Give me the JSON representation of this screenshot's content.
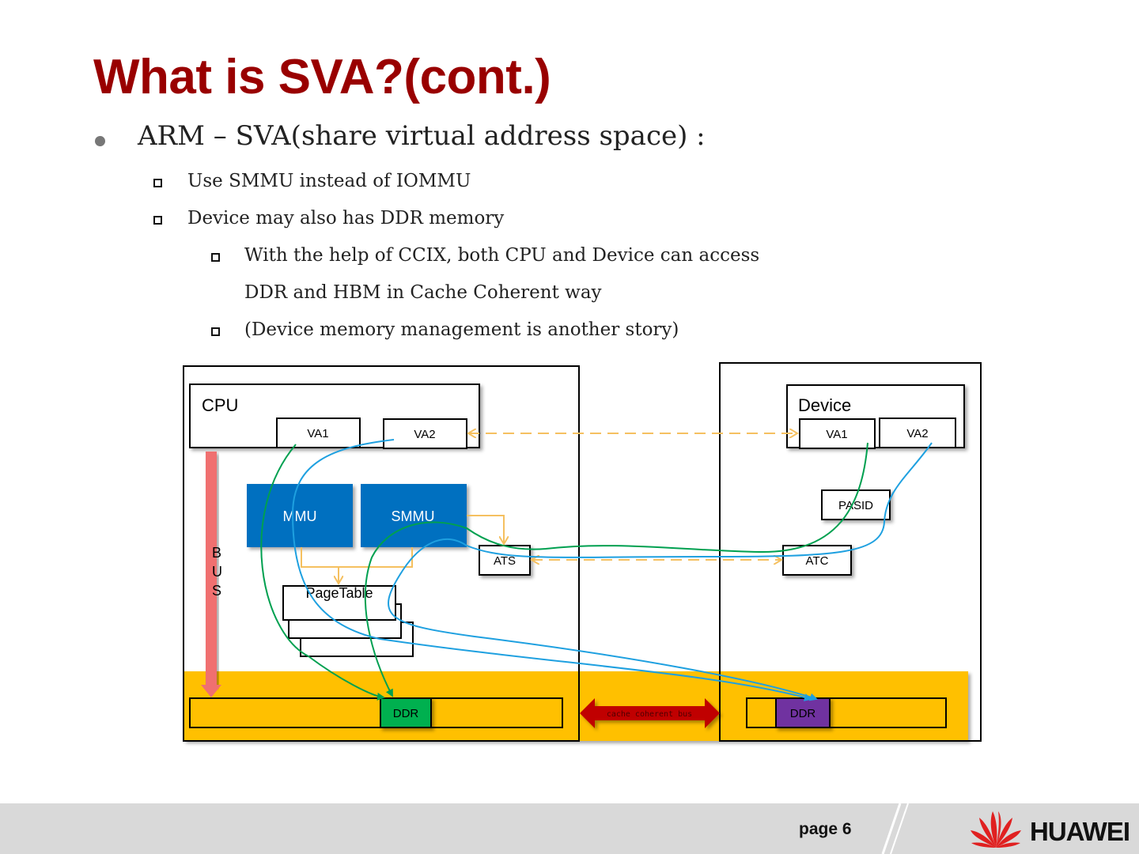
{
  "slide": {
    "title": "What is SVA?(cont.)",
    "bullets": {
      "main": "ARM – SVA(share virtual address space) :",
      "sub1": "Use SMMU instead of IOMMU",
      "sub2": "Device may also has DDR memory",
      "sub2a_line1": "With the help of CCIX, both CPU and Device can access",
      "sub2a_line2": "DDR and HBM in Cache Coherent way",
      "sub2b": "(Device memory management is another story)"
    }
  },
  "diagram": {
    "cpu_label": "CPU",
    "cpu_va1": "VA1",
    "cpu_va2": "VA2",
    "mmu": "MMU",
    "smmu": "SMMU",
    "ats": "ATS",
    "pagetable": "PageTable",
    "bus_letters": [
      "B",
      "U",
      "S"
    ],
    "cpu_ddr": "DDR",
    "cache_bus": "cache coherent bus",
    "device_label": "Device",
    "dev_va1": "VA1",
    "dev_va2": "VA2",
    "pasid": "PASID",
    "atc": "ATC",
    "dev_ddr": "DDR"
  },
  "colors": {
    "title": "#990000",
    "mmu_blue": "#0070c0",
    "bus_gold": "#ffc000",
    "cpu_ddr_green": "#00b050",
    "dev_ddr_purple": "#7030a0",
    "bus_arrow_red": "#f07070",
    "cache_arrow": "#c00000",
    "green_line": "#00a050",
    "blue_line": "#1ea0e0",
    "dashed_orange": "#f5c060"
  },
  "footer": {
    "page": "page 6",
    "brand": "HUAWEI",
    "logo_icon": "huawei-flower-logo"
  }
}
